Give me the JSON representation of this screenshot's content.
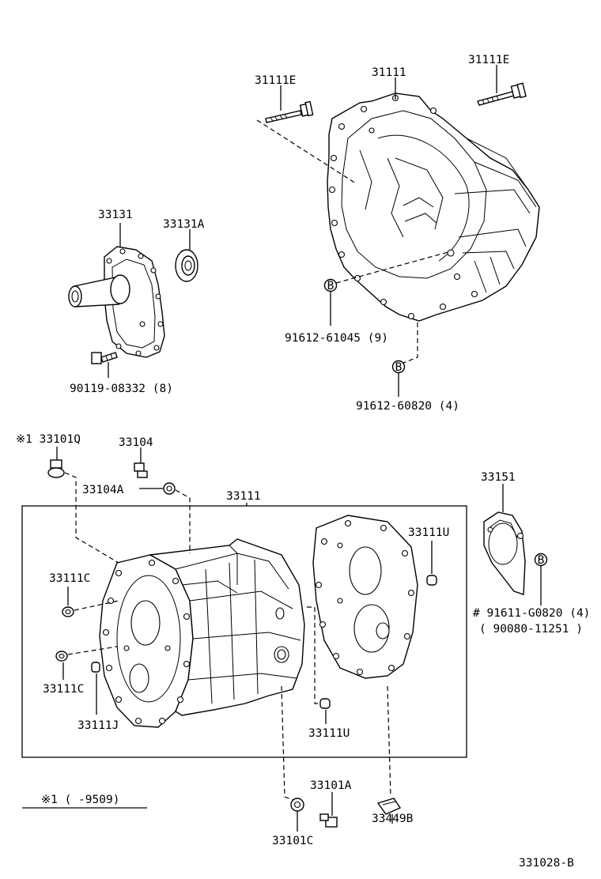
{
  "labels": {
    "bell_bolt_left": "31111E",
    "bell_housing": "31111",
    "bell_bolt_right": "31111E",
    "ext_housing": "33131",
    "oil_seal": "33131A",
    "bell_bolt_b_9": "91612-61045 (9)",
    "bell_bolt_b_4": "91612-60820 (4)",
    "ext_bolt": "90119-08332 (8)",
    "plug_q": "※1 33101Q",
    "plug_33104": "33104",
    "gasket_33104a": "33104A",
    "trans_case": "33111",
    "cover_33151": "33151",
    "pin_33111u_top": "33111U",
    "pin_33111c_top": "33111C",
    "pin_33111c_bottom": "33111C",
    "pin_33111j": "33111J",
    "pin_33111u_bottom": "33111U",
    "cover_bolt_main": "# 91611-G0820 (4)",
    "cover_bolt_alt": "( 90080-11251 )",
    "plug_33101a": "33101A",
    "gasket_33101c": "33101C",
    "clip_33449b": "33449B",
    "footnote": "※1 (     -9509)",
    "diagram_code": "331028-B"
  },
  "markers": {
    "b": "B"
  }
}
